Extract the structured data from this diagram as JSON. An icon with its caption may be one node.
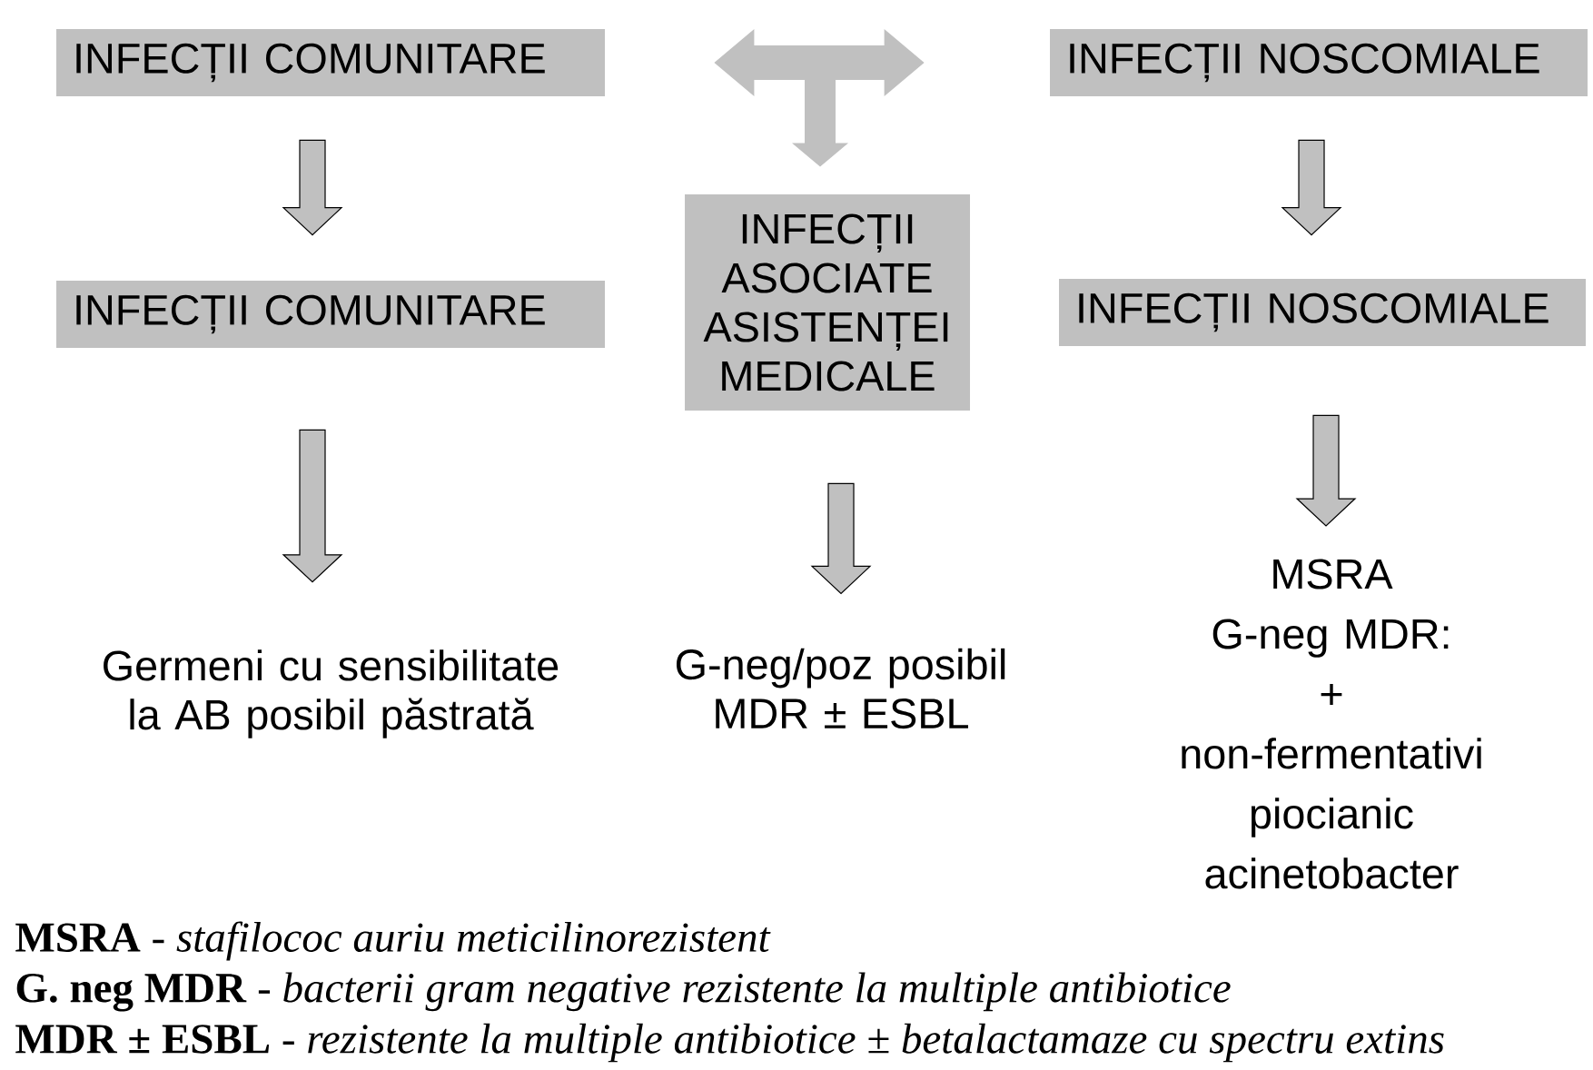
{
  "diagram": {
    "nodes": [
      {
        "text": [
          "INFECȚII COMUNITARE"
        ]
      },
      {
        "text": [
          "INFECȚII NOSCOMIALE"
        ]
      },
      {
        "text": [
          "INFECȚII COMUNITARE"
        ]
      },
      {
        "text": [
          "INFECȚII ASOCIATE ASISTENȚEI MEDICALE"
        ]
      },
      {
        "text": [
          "INFECȚII NOSCOMIALE"
        ]
      },
      {
        "text": [
          "Germeni cu sensibilitate la AB posibil păstrată"
        ]
      },
      {
        "text": [
          "G-neg/poz posibil MDR ± ESBL"
        ]
      },
      {
        "text": [
          "MSRA",
          "G-neg MDR:",
          "+",
          "non-fermentativi",
          "piocianic",
          "acinetobacter"
        ]
      }
    ],
    "edges": [
      {
        "from": 3,
        "to": 0,
        "arrow": "both"
      },
      {
        "from": 3,
        "to": 1,
        "arrow": "both"
      },
      {
        "from": 0,
        "to": 2,
        "arrow": "to"
      },
      {
        "from": 1,
        "to": 4,
        "arrow": "to"
      },
      {
        "from": 2,
        "to": 5,
        "arrow": "to"
      },
      {
        "from": 3,
        "to": 6,
        "arrow": "to"
      },
      {
        "from": 4,
        "to": 7,
        "arrow": "to"
      }
    ],
    "labels": [
      "**MSRA** - *stafilococ auriu meticilinorezistent*",
      "**G. neg MDR** - *bacterii gram negative rezistente la multiple antibiotice*",
      "**MDR ± ESBL** - *rezistente la multiple antibiotice ± betalactamaze cu spectru extins*"
    ]
  }
}
